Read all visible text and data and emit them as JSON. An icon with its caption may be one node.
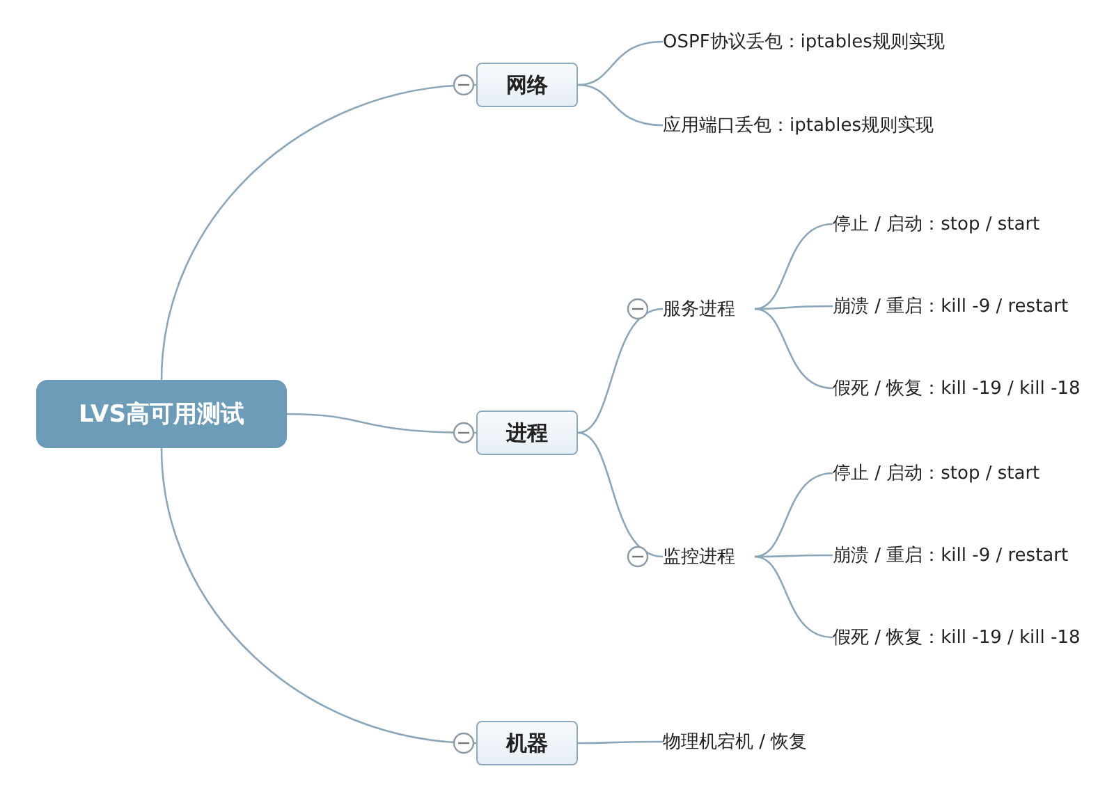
{
  "diagram": {
    "nodes": [
      {
        "text": [
          "LVS高可用测试"
        ]
      },
      {
        "text": [
          "网络"
        ]
      },
      {
        "text": [
          "OSPF协议丢包：iptables规则实现"
        ]
      },
      {
        "text": [
          "应用端口丢包：iptables规则实现"
        ]
      },
      {
        "text": [
          "进程"
        ]
      },
      {
        "text": [
          "服务进程"
        ]
      },
      {
        "text": [
          "停止 / 启动：stop / start"
        ]
      },
      {
        "text": [
          "崩溃 / 重启：kill -9 / restart"
        ]
      },
      {
        "text": [
          "假死 / 恢复：kill -19 / kill -18"
        ]
      },
      {
        "text": [
          "监控进程"
        ]
      },
      {
        "text": [
          "停止 / 启动：stop / start"
        ]
      },
      {
        "text": [
          "崩溃 / 重启：kill -9 / restart"
        ]
      },
      {
        "text": [
          "假死 / 恢复：kill -19 / kill -18"
        ]
      },
      {
        "text": [
          "机器"
        ]
      },
      {
        "text": [
          "物理机宕机 / 恢复"
        ]
      }
    ],
    "edges": [
      {
        "from": 0,
        "to": 1,
        "arrow": "none"
      },
      {
        "from": 1,
        "to": 2,
        "arrow": "none"
      },
      {
        "from": 1,
        "to": 3,
        "arrow": "none"
      },
      {
        "from": 0,
        "to": 4,
        "arrow": "none"
      },
      {
        "from": 4,
        "to": 5,
        "arrow": "none"
      },
      {
        "from": 5,
        "to": 6,
        "arrow": "none"
      },
      {
        "from": 5,
        "to": 7,
        "arrow": "none"
      },
      {
        "from": 5,
        "to": 8,
        "arrow": "none"
      },
      {
        "from": 4,
        "to": 9,
        "arrow": "none"
      },
      {
        "from": 9,
        "to": 10,
        "arrow": "none"
      },
      {
        "from": 9,
        "to": 11,
        "arrow": "none"
      },
      {
        "from": 9,
        "to": 12,
        "arrow": "none"
      },
      {
        "from": 0,
        "to": 13,
        "arrow": "none"
      },
      {
        "from": 13,
        "to": 14,
        "arrow": "none"
      }
    ]
  }
}
